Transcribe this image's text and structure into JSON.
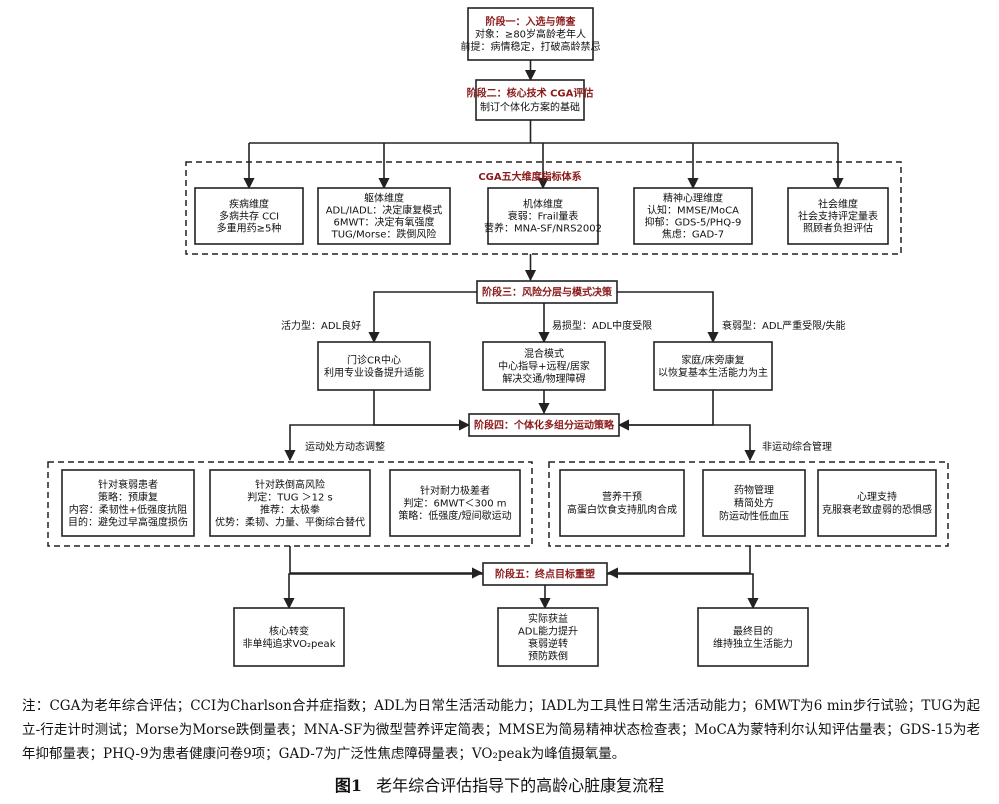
{
  "colors": {
    "accent": "#8b1a1a",
    "line": "#222222",
    "text": "#111111"
  },
  "stages": {
    "stage1": {
      "title": "阶段一：入选与筛查",
      "lines": [
        "对象：≥80岁高龄老年人",
        "前提：病情稳定，打破高龄禁忌"
      ]
    },
    "stage2": {
      "title": "阶段二：核心技术 CGA评估",
      "lines": [
        "制订个体化方案的基础"
      ]
    },
    "stage3": {
      "title": "阶段三：风险分层与模式决策"
    },
    "stage4": {
      "title": "阶段四：个体化多组分运动策略"
    },
    "stage5": {
      "title": "阶段五：终点目标重塑"
    }
  },
  "cga_group": {
    "title": "CGA五大维度指标体系",
    "boxes": [
      {
        "lines": [
          "疾病维度",
          "多病共存 CCI",
          "多重用药≥5种"
        ]
      },
      {
        "lines": [
          "躯体维度",
          "ADL/IADL：决定康复模式",
          "6MWT：决定有氧强度",
          "TUG/Morse：跌倒风险"
        ]
      },
      {
        "lines": [
          "机体维度",
          "衰弱：Frail量表",
          "营养：MNA-SF/NRS2002"
        ]
      },
      {
        "lines": [
          "精神心理维度",
          "认知：MMSE/MoCA",
          "抑郁：GDS-5/PHQ-9",
          "焦虑：GAD-7"
        ]
      },
      {
        "lines": [
          "社会维度",
          "社会支持评定量表",
          "照顾者负担评估"
        ]
      }
    ]
  },
  "modes": [
    {
      "label": "活力型：ADL良好",
      "lines": [
        "门诊CR中心",
        "利用专业设备提升适能"
      ]
    },
    {
      "label": "易损型：ADL中度受限",
      "lines": [
        "混合模式",
        "中心指导+远程/居家",
        "解决交通/物理障碍"
      ]
    },
    {
      "label": "衰弱型：ADL严重受限/失能",
      "lines": [
        "家庭/床旁康复",
        "以恢复基本生活能力为主"
      ]
    }
  ],
  "exercise_group": {
    "label": "运动处方动态调整",
    "boxes": [
      {
        "lines": [
          "针对衰弱患者",
          "策略：预康复",
          "内容：柔韧性+低强度抗阻",
          "目的：避免过早高强度损伤"
        ]
      },
      {
        "lines": [
          "针对跌倒高风险",
          "判定：TUG ＞12 s",
          "推荐：太极拳",
          "优势：柔韧、力量、平衡综合替代"
        ]
      },
      {
        "lines": [
          "针对耐力极差者",
          "判定：6MWT＜300 m",
          "策略：低强度/短间歇运动"
        ]
      }
    ]
  },
  "nonexercise_group": {
    "label": "非运动综合管理",
    "boxes": [
      {
        "lines": [
          "营养干预",
          "高蛋白饮食支持肌肉合成"
        ]
      },
      {
        "lines": [
          "药物管理",
          "精简处方",
          "防运动性低血压"
        ]
      },
      {
        "lines": [
          "心理支持",
          "克服衰老致虚弱的恐惧感"
        ]
      }
    ]
  },
  "outcomes": [
    {
      "lines": [
        "核心转变",
        "非单纯追求VO₂peak"
      ]
    },
    {
      "lines": [
        "实际获益",
        "ADL能力提升",
        "衰弱逆转",
        "预防跌倒"
      ]
    },
    {
      "lines": [
        "最终目的",
        "维持独立生活能力"
      ]
    }
  ],
  "note": "注：CGA为老年综合评估；CCI为Charlson合并症指数；ADL为日常生活活动能力；IADL为工具性日常生活活动能力；6MWT为6 min步行试验；TUG为起立-行走计时测试；Morse为Morse跌倒量表；MNA-SF为微型营养评定简表；MMSE为简易精神状态检查表；MoCA为蒙特利尔认知评估量表；GDS-15为老年抑郁量表；PHQ-9为患者健康问卷9项；GAD-7为广泛性焦虑障碍量表；VO₂peak为峰值摄氧量。",
  "caption": {
    "fig_num": "图1",
    "title": "老年综合评估指导下的高龄心脏康复流程"
  }
}
